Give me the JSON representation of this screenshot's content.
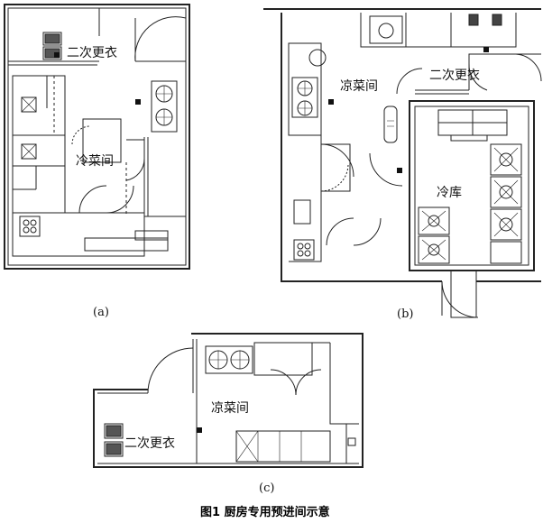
{
  "figure": {
    "caption": "图1 厨房专用预进间示意"
  },
  "panel_a": {
    "label": "(a)",
    "rooms": {
      "changing_room": "二次更衣",
      "cold_dish_room": "冷菜间"
    }
  },
  "panel_b": {
    "label": "(b)",
    "rooms": {
      "cold_dish_room": "凉菜间",
      "changing_room": "二次更衣",
      "cold_storage": "冷库"
    }
  },
  "panel_c": {
    "label": "(c)",
    "rooms": {
      "cold_dish_room": "凉菜间",
      "changing_room": "二次更衣"
    }
  }
}
